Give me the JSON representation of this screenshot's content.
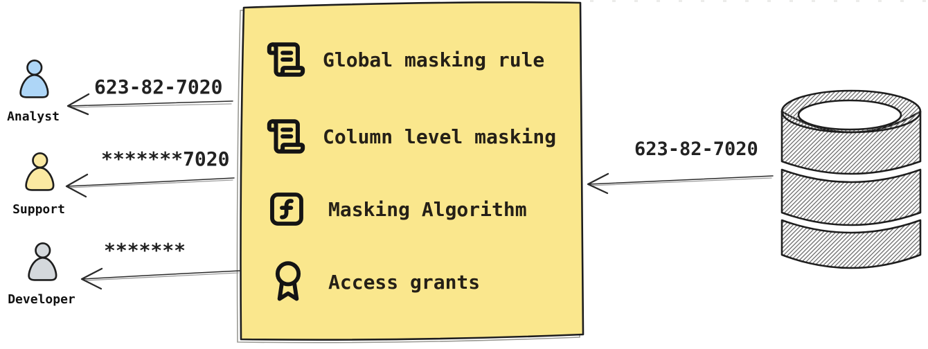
{
  "diagram": {
    "database": {
      "icon": "database-icon",
      "output_value": "623-82-7020"
    },
    "masking_box": {
      "fill_color": "#FAE78D",
      "border_color": "#1e1e1e",
      "items": [
        {
          "icon": "scroll-text-icon",
          "label": "Global masking rule"
        },
        {
          "icon": "scroll-text-icon",
          "label": "Column level masking"
        },
        {
          "icon": "function-square-icon",
          "label": "Masking Algorithm"
        },
        {
          "icon": "award-icon",
          "label": "Access grants"
        }
      ]
    },
    "personas": [
      {
        "name": "Analyst",
        "icon": "person-icon",
        "color": "#AED6F7",
        "received_value": "623-82-7020"
      },
      {
        "name": "Support",
        "icon": "person-icon",
        "color": "#FBE9A2",
        "received_value": "*******7020"
      },
      {
        "name": "Developer",
        "icon": "person-icon",
        "color": "#D4D8DC",
        "received_value": "*******"
      }
    ]
  }
}
